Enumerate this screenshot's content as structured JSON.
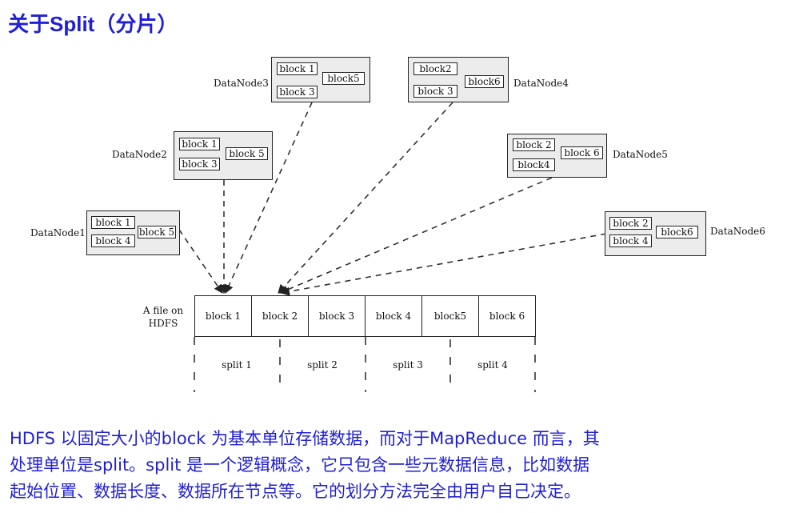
{
  "title": "关于Split（分片）",
  "datanodes": [
    {
      "name": "DataNode1",
      "blocks": [
        "block 1",
        "block 4",
        "block 5"
      ]
    },
    {
      "name": "DataNode2",
      "blocks": [
        "block 1",
        "block 3",
        "block 5"
      ]
    },
    {
      "name": "DataNode3",
      "blocks": [
        "block 1",
        "block 3",
        "block5"
      ]
    },
    {
      "name": "DataNode4",
      "blocks": [
        "block2",
        "block 3",
        "block6"
      ]
    },
    {
      "name": "DataNode5",
      "blocks": [
        "block 2",
        "block4",
        "block 6"
      ]
    },
    {
      "name": "DataNode6",
      "blocks": [
        "block 2",
        "block 4",
        "block6"
      ]
    }
  ],
  "file": {
    "label_line1": "A file on",
    "label_line2": "HDFS",
    "blocks": [
      "block 1",
      "block 2",
      "block 3",
      "block 4",
      "block5",
      "block 6"
    ]
  },
  "splits": [
    "split 1",
    "split 2",
    "split 3",
    "split 4"
  ],
  "description": {
    "line1": "HDFS 以固定大小的block 为基本单位存储数据，而对于MapReduce 而言，其",
    "line2": "处理单位是split。split 是一个逻辑概念，它只包含一些元数据信息，比如数据",
    "line3": "起始位置、数据长度、数据所在节点等。它的划分方法完全由用户自己决定。"
  }
}
